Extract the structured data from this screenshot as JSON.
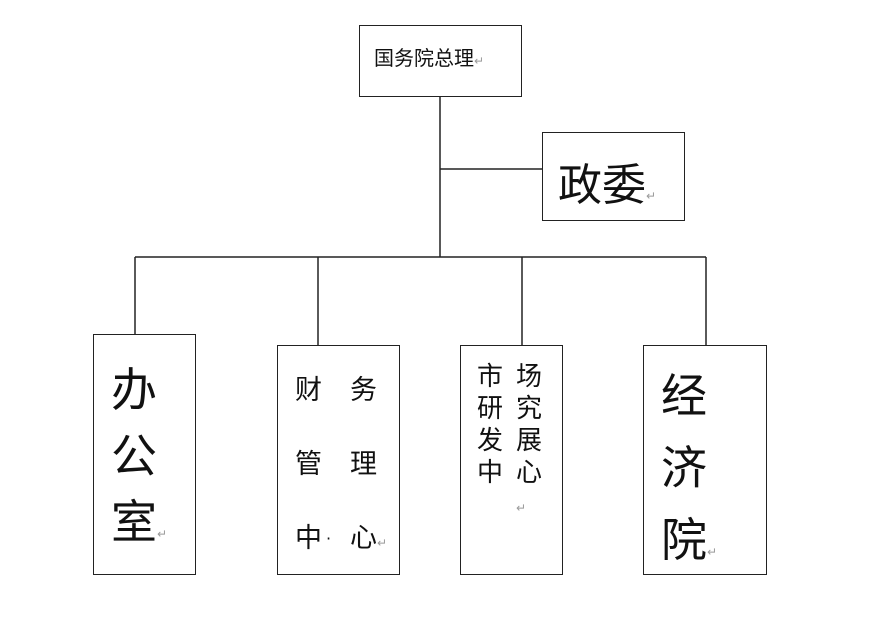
{
  "org_chart": {
    "root": {
      "label": "国务院总理"
    },
    "side": {
      "label": "政委"
    },
    "office": {
      "chars": [
        "办",
        "公",
        "室"
      ]
    },
    "finance": {
      "rows": [
        [
          "财",
          "务"
        ],
        [
          "管",
          "理"
        ],
        [
          "中",
          "心"
        ]
      ],
      "dot": "·"
    },
    "market": {
      "rows": [
        [
          "市",
          "场"
        ],
        [
          "研",
          "究"
        ],
        [
          "发",
          "展"
        ],
        [
          "中",
          "心"
        ]
      ]
    },
    "economics": {
      "chars": [
        "经",
        "济",
        "院"
      ]
    },
    "paragraph_mark": "↵"
  },
  "colors": {
    "line": "#222222",
    "text": "#111111",
    "paragraph_mark": "#9a9a9a",
    "background": "#ffffff"
  }
}
